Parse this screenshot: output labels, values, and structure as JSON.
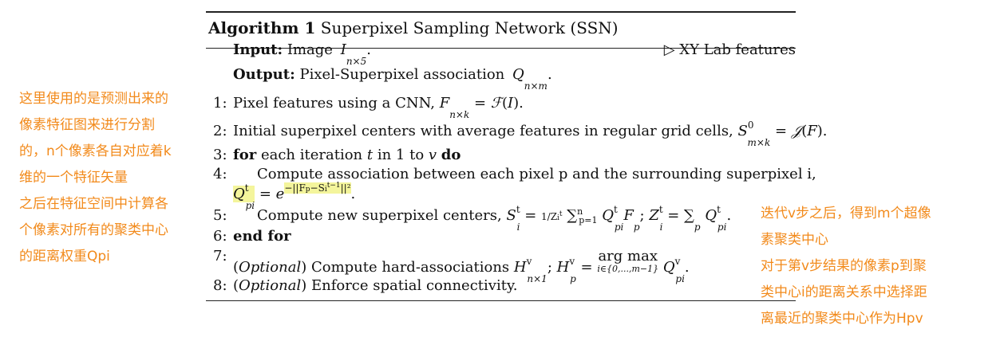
{
  "left_note": [
    "这里使用的是预测出来的",
    "像素特征图来进行分割",
    "的，n个像素各自对应着k",
    "维的一个特征矢量",
    "之后在特征空间中计算各",
    "个像素对所有的聚类中心",
    "的距离权重Qpi"
  ],
  "right_note": [
    "迭代v步之后，得到m个超像",
    "素聚类中心",
    "对于第v步结果的像素p到聚",
    "类中心i的距离关系中选择距",
    "离最近的聚类中心作为Hpv"
  ],
  "algorithm": {
    "label": "Algorithm 1",
    "title": "Superpixel Sampling Network (SSN)",
    "input_kw": "Input:",
    "input_text": "Image",
    "input_var": "I",
    "input_sub": "n×5",
    "input_comment": "▷ XY Lab features",
    "output_kw": "Output:",
    "output_text": "Pixel-Superpixel association",
    "output_var": "Q",
    "output_sub": "n×m",
    "steps": [
      {
        "n": "1:",
        "text": "Pixel features using a CNN,",
        "math": "F = ℱ(I).",
        "sub": "n×k"
      },
      {
        "n": "2:",
        "text": "Initial superpixel centers with average features in regular grid cells,",
        "math": "S⁰ = 𝒥(F).",
        "sub": "m×k"
      },
      {
        "n": "3:",
        "kw": "for",
        "text": "each iteration",
        "mid": "t in 1 to v",
        "kw2": "do"
      },
      {
        "n": "4:",
        "text": "Compute association between each pixel p and the surrounding superpixel i,"
      },
      {
        "n": "",
        "math": "Q"
      },
      {
        "n": "5:",
        "text": "Compute new superpixel centers,"
      },
      {
        "n": "6:",
        "kw": "end for"
      },
      {
        "n": "7:",
        "opt": "Optional",
        "text": "Compute hard-associations"
      },
      {
        "n": "8:",
        "opt": "Optional",
        "text": "Enforce spatial connectivity."
      }
    ]
  }
}
